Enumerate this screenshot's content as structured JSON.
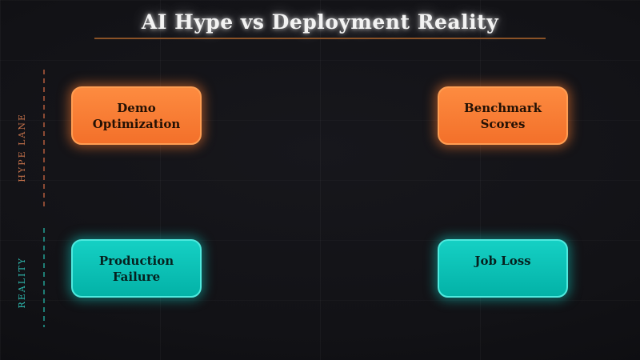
{
  "title": {
    "text": "AI Hype vs Deployment Reality"
  },
  "lanes": [
    {
      "id": "hype-lane",
      "label": "HYPE LANE",
      "label_color": "#c4714a",
      "divider_color": "#8c4a33"
    },
    {
      "id": "reality",
      "label": "REALITY",
      "label_color": "#2fbdb2",
      "divider_color": "#1e7d75"
    }
  ],
  "nodes": [
    {
      "lane": "hype-lane",
      "label": "Demo Optimization",
      "fill": "#f8792f"
    },
    {
      "lane": "hype-lane",
      "label": "Benchmark Scores",
      "fill": "#f8792f"
    },
    {
      "lane": "reality",
      "label": "Production Failure",
      "fill": "#0cc2b6"
    },
    {
      "lane": "reality",
      "label": "Job Loss",
      "fill": "#0cc2b6"
    }
  ],
  "colors": {
    "background": "#121216",
    "accent_orange": "#f8792f",
    "accent_cyan": "#0cc2b6",
    "title_text": "#f3f3f3",
    "title_underline": "#8a5227"
  }
}
